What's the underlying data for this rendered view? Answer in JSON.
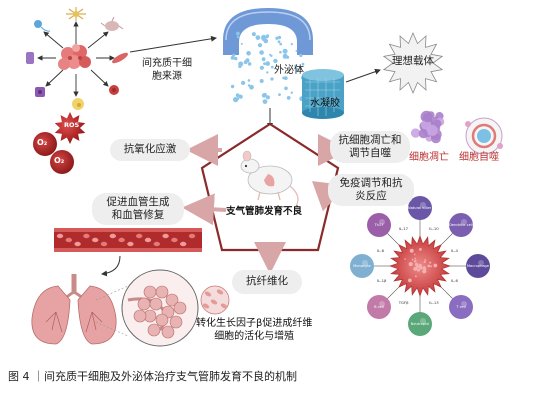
{
  "labels": {
    "msc_source": "间充质干细\n胞来源",
    "exosome": "外泌体",
    "hydrogel": "水凝胶",
    "ideal_carrier": "理想载体",
    "anti_oxidative": "抗氧化应激",
    "anti_apoptosis": "抗细胞凋亡和\n调节自噬",
    "apoptosis": "细胞凋亡",
    "autophagy": "细胞自噬",
    "bpd": "支气管肺发育不良",
    "angiogenesis": "促进血管生成\n和血管修复",
    "immune": "免疫调节和抗\n炎反应",
    "anti_fibrosis": "抗纤维化",
    "tgf_beta": "转化生长因子β促进成纤维\n细胞的活化与增殖",
    "ros": "ROS",
    "o2_a": "O₂",
    "o2_b": "O₂"
  },
  "immune_cells": [
    {
      "name": "Natural killer cell"
    },
    {
      "name": "Dendritic cell"
    },
    {
      "name": "Macrophage"
    },
    {
      "name": "T cell"
    },
    {
      "name": "Neutrophil"
    },
    {
      "name": "B cell"
    },
    {
      "name": "Monocyte"
    },
    {
      "name": "Th17"
    }
  ],
  "cytokines": [
    "IL-10",
    "IL-4",
    "IL-6",
    "IL-13",
    "TGFβ",
    "IL-1β",
    "IL-6",
    "IL-17"
  ],
  "caption": "图 4 ｜间充质干细胞及外泌体治疗支气管肺发育不良的机制",
  "colors": {
    "arrow": "#d8a6a6",
    "pill": "#eeeeee",
    "center_red": "#c23a3a",
    "ideal_carrier_fill": "#f2f2f2",
    "hydrogel": "#4aa3c7",
    "exosome_tube": "#6f98d6",
    "apoptosis_cells": "#a87fc9"
  }
}
